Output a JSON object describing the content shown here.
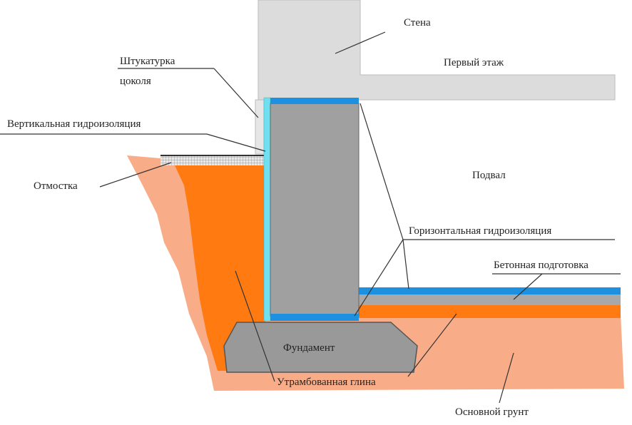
{
  "labels": {
    "wall": "Стена",
    "first_floor": "Первый этаж",
    "plaster_line1": "Штукатурка",
    "plaster_line2": "цоколя",
    "vertical_waterproofing": "Вертикальная гидроизоляция",
    "blind_area": "Отмостка",
    "basement": "Подвал",
    "horizontal_waterproofing": "Горизонтальная гидроизоляция",
    "concrete_base": "Бетонная подготовка",
    "foundation": "Фундамент",
    "compacted_clay": "Утрамбованная глина",
    "base_soil": "Основной грунт"
  },
  "colors": {
    "wall": "#dcdcdc",
    "block": "#a0a0a0",
    "waterproofing_blue": "#1e90e0",
    "vertical_cyan": "#6fe0f0",
    "clay_orange": "#ff7a10",
    "soil_salmon": "#f8ad88"
  }
}
